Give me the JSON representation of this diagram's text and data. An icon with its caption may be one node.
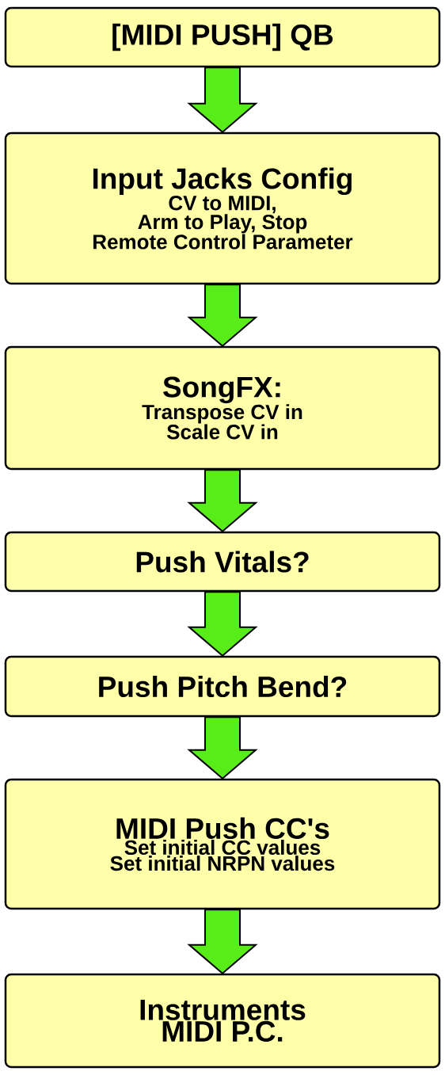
{
  "diagram": {
    "nodes": [
      {
        "text": [
          "[MIDI PUSH] QB"
        ]
      },
      {
        "text": [
          "Input Jacks Config",
          "CV to MIDI,",
          "Arm to Play, Stop",
          "Remote Control Parameter"
        ]
      },
      {
        "text": [
          "SongFX:",
          "Transpose CV in",
          "Scale CV in"
        ]
      },
      {
        "text": [
          "Push Vitals?"
        ]
      },
      {
        "text": [
          "Push Pitch Bend?"
        ]
      },
      {
        "text": [
          "MIDI Push CC's",
          "Set initial CC values",
          "Set initial NRPN values"
        ]
      },
      {
        "text": [
          "Instruments",
          "MIDI P.C."
        ]
      }
    ],
    "edges": [
      {
        "from": 0,
        "to": 1,
        "arrow": "to"
      },
      {
        "from": 1,
        "to": 2,
        "arrow": "to"
      },
      {
        "from": 2,
        "to": 3,
        "arrow": "to"
      },
      {
        "from": 3,
        "to": 4,
        "arrow": "to"
      },
      {
        "from": 4,
        "to": 5,
        "arrow": "to"
      },
      {
        "from": 5,
        "to": 6,
        "arrow": "to"
      }
    ]
  }
}
